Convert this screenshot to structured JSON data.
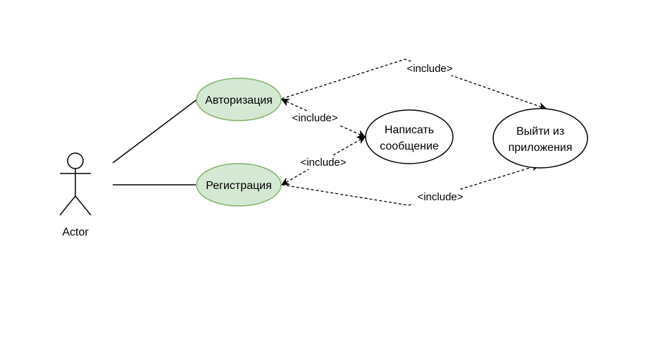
{
  "diagram": {
    "actor": {
      "label": "Actor"
    },
    "use_cases": {
      "auth": {
        "label": "Авторизация",
        "fill": "#d5e8d4",
        "stroke": "#82b366"
      },
      "register": {
        "label": "Регистрация",
        "fill": "#d5e8d4",
        "stroke": "#82b366"
      },
      "message": {
        "line1": "Написать",
        "line2": "сообщение",
        "fill": "#ffffff",
        "stroke": "#000000"
      },
      "exit": {
        "line1": "Выйти из",
        "line2": "приложения",
        "fill": "#ffffff",
        "stroke": "#000000"
      }
    },
    "relations": {
      "auth_exit": "<include>",
      "auth_message": "<include>",
      "register_message": "<include>",
      "register_exit": "<include>"
    }
  }
}
